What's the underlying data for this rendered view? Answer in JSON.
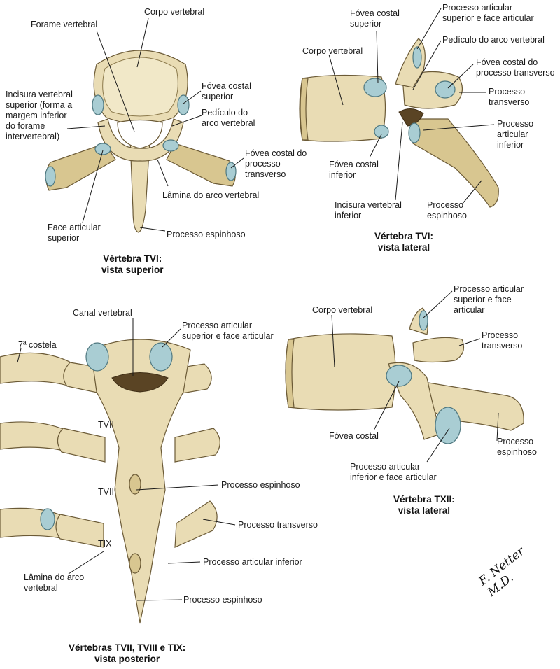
{
  "panels": {
    "t6_superior": {
      "caption": "Vértebra TVI:\nvista superior",
      "labels": {
        "corpo": "Corpo vertebral",
        "forame": "Forame vertebral",
        "incisura": "Incisura vertebral\nsuperior (forma a\nmargem inferior\ndo forame\nintervertebral)",
        "fovea_sup": "Fóvea costal\nsuperior",
        "pediculo": "Pedículo do\narco vertebral",
        "fovea_transv": "Fóvea costal do\nprocesso\ntransverso",
        "lamina": "Lâmina do arco vertebral",
        "face_art": "Face articular\nsuperior",
        "espinhoso": "Processo espinhoso"
      }
    },
    "t6_lateral": {
      "caption": "Vértebra TVI:\nvista lateral",
      "labels": {
        "fovea_sup": "Fóvea costal\nsuperior",
        "proc_art_sup": "Processo articular\nsuperior e face articular",
        "pediculo": "Pedículo do arco vertebral",
        "corpo": "Corpo vertebral",
        "fovea_transv": "Fóvea costal do\nprocesso transverso",
        "transverso": "Processo\ntransverso",
        "art_inf": "Processo\narticular\ninferior",
        "fovea_inf": "Fóvea costal\ninferior",
        "incisura_inf": "Incisura vertebral\ninferior",
        "espinhoso": "Processo\nespinhoso"
      }
    },
    "t7_t9_posterior": {
      "caption": "Vértebras TVII, TVIII e TIX:\nvista posterior",
      "labels": {
        "canal": "Canal vertebral",
        "proc_art_sup": "Processo articular\nsuperior e face articular",
        "costela": "7ª costela",
        "tvii": "TVII",
        "tviii": "TVIII",
        "tix": "TIX",
        "espinhoso_1": "Processo espinhoso",
        "transverso": "Processo transverso",
        "art_inf": "Processo articular inferior",
        "lamina": "Lâmina do arco\nvertebral",
        "espinhoso_2": "Processo espinhoso"
      }
    },
    "t12_lateral": {
      "caption": "Vértebra TXII:\nvista lateral",
      "labels": {
        "proc_art_sup": "Processo articular\nsuperior e face\narticular",
        "corpo": "Corpo vertebral",
        "transverso": "Processo\ntransverso",
        "fovea": "Fóvea costal",
        "espinhoso": "Processo\nespinhoso",
        "art_inf": "Processo articular\ninferior e face articular"
      }
    }
  },
  "signature": "F. Netter M.D.",
  "colors": {
    "bone": "#e9dcb4",
    "cartilage": "#a9cdd3"
  }
}
